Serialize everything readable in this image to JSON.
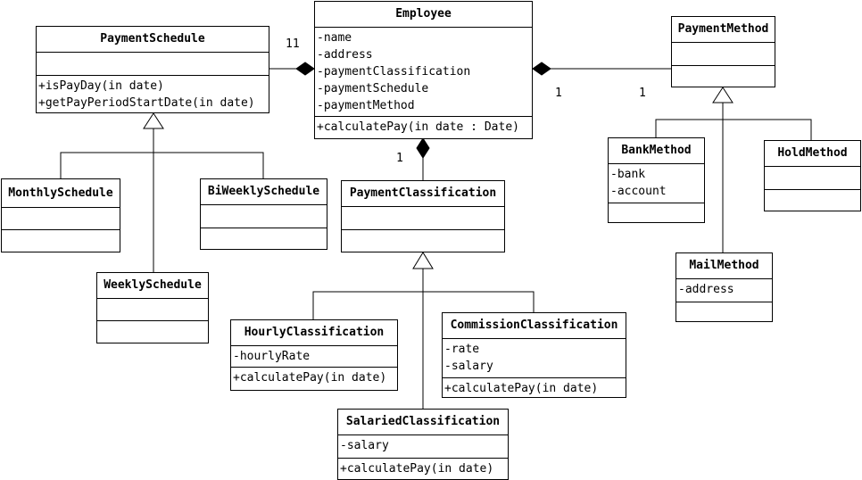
{
  "classes": {
    "employee": {
      "name": "Employee",
      "attributes": [
        "-name",
        "-address",
        "-paymentClassification",
        "-paymentSchedule",
        "-paymentMethod"
      ],
      "operations": [
        "+calculatePay(in date : Date)"
      ]
    },
    "payment_schedule": {
      "name": "PaymentSchedule",
      "attributes": [],
      "operations": [
        "+isPayDay(in date)",
        "+getPayPeriodStartDate(in date)"
      ]
    },
    "payment_method": {
      "name": "PaymentMethod",
      "attributes": [],
      "operations": []
    },
    "monthly_schedule": {
      "name": "MonthlySchedule",
      "attributes": [],
      "operations": []
    },
    "biweekly_schedule": {
      "name": "BiWeeklySchedule",
      "attributes": [],
      "operations": []
    },
    "weekly_schedule": {
      "name": "WeeklySchedule",
      "attributes": [],
      "operations": []
    },
    "payment_classification": {
      "name": "PaymentClassification",
      "attributes": [],
      "operations": []
    },
    "hourly_classification": {
      "name": "HourlyClassification",
      "attributes": [
        "-hourlyRate"
      ],
      "operations": [
        "+calculatePay(in date)"
      ]
    },
    "commission_classification": {
      "name": "CommissionClassification",
      "attributes": [
        "-rate",
        "-salary"
      ],
      "operations": [
        "+calculatePay(in date)"
      ]
    },
    "salaried_classification": {
      "name": "SalariedClassification",
      "attributes": [
        "-salary"
      ],
      "operations": [
        "+calculatePay(in date)"
      ]
    },
    "bank_method": {
      "name": "BankMethod",
      "attributes": [
        "-bank",
        "-account"
      ],
      "operations": []
    },
    "hold_method": {
      "name": "HoldMethod",
      "attributes": [],
      "operations": []
    },
    "mail_method": {
      "name": "MailMethod",
      "attributes": [
        "-address"
      ],
      "operations": []
    }
  },
  "multiplicities": {
    "schedule_end": "11",
    "method_end_near_employee": "1",
    "method_end_near_method": "1",
    "classification_end": "1"
  }
}
